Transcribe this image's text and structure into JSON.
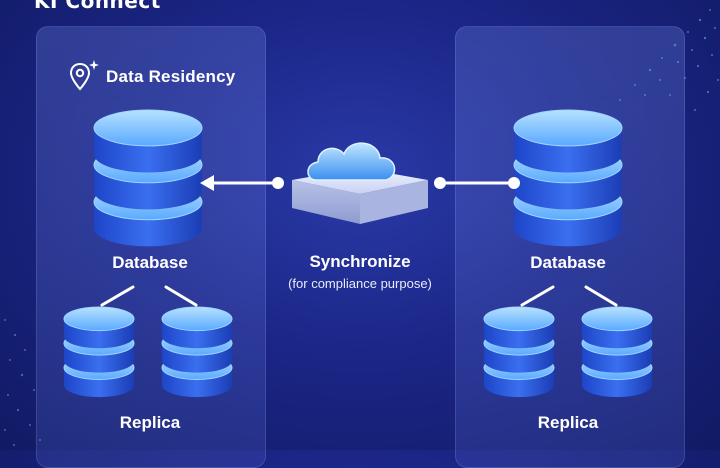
{
  "brand": {
    "logo_text": "KI Connect"
  },
  "left_panel": {
    "residency_label": "Data Residency",
    "database_label": "Database",
    "replica_label": "Replica"
  },
  "right_panel": {
    "database_label": "Database",
    "replica_label": "Replica"
  },
  "center": {
    "sync_label": "Synchronize",
    "sync_sub": "(for compliance purpose)"
  },
  "colors": {
    "background": "#1b2687",
    "db_top": "#7cc8ff",
    "db_body": "#2f5fe0",
    "accent": "#4fb3ff"
  }
}
